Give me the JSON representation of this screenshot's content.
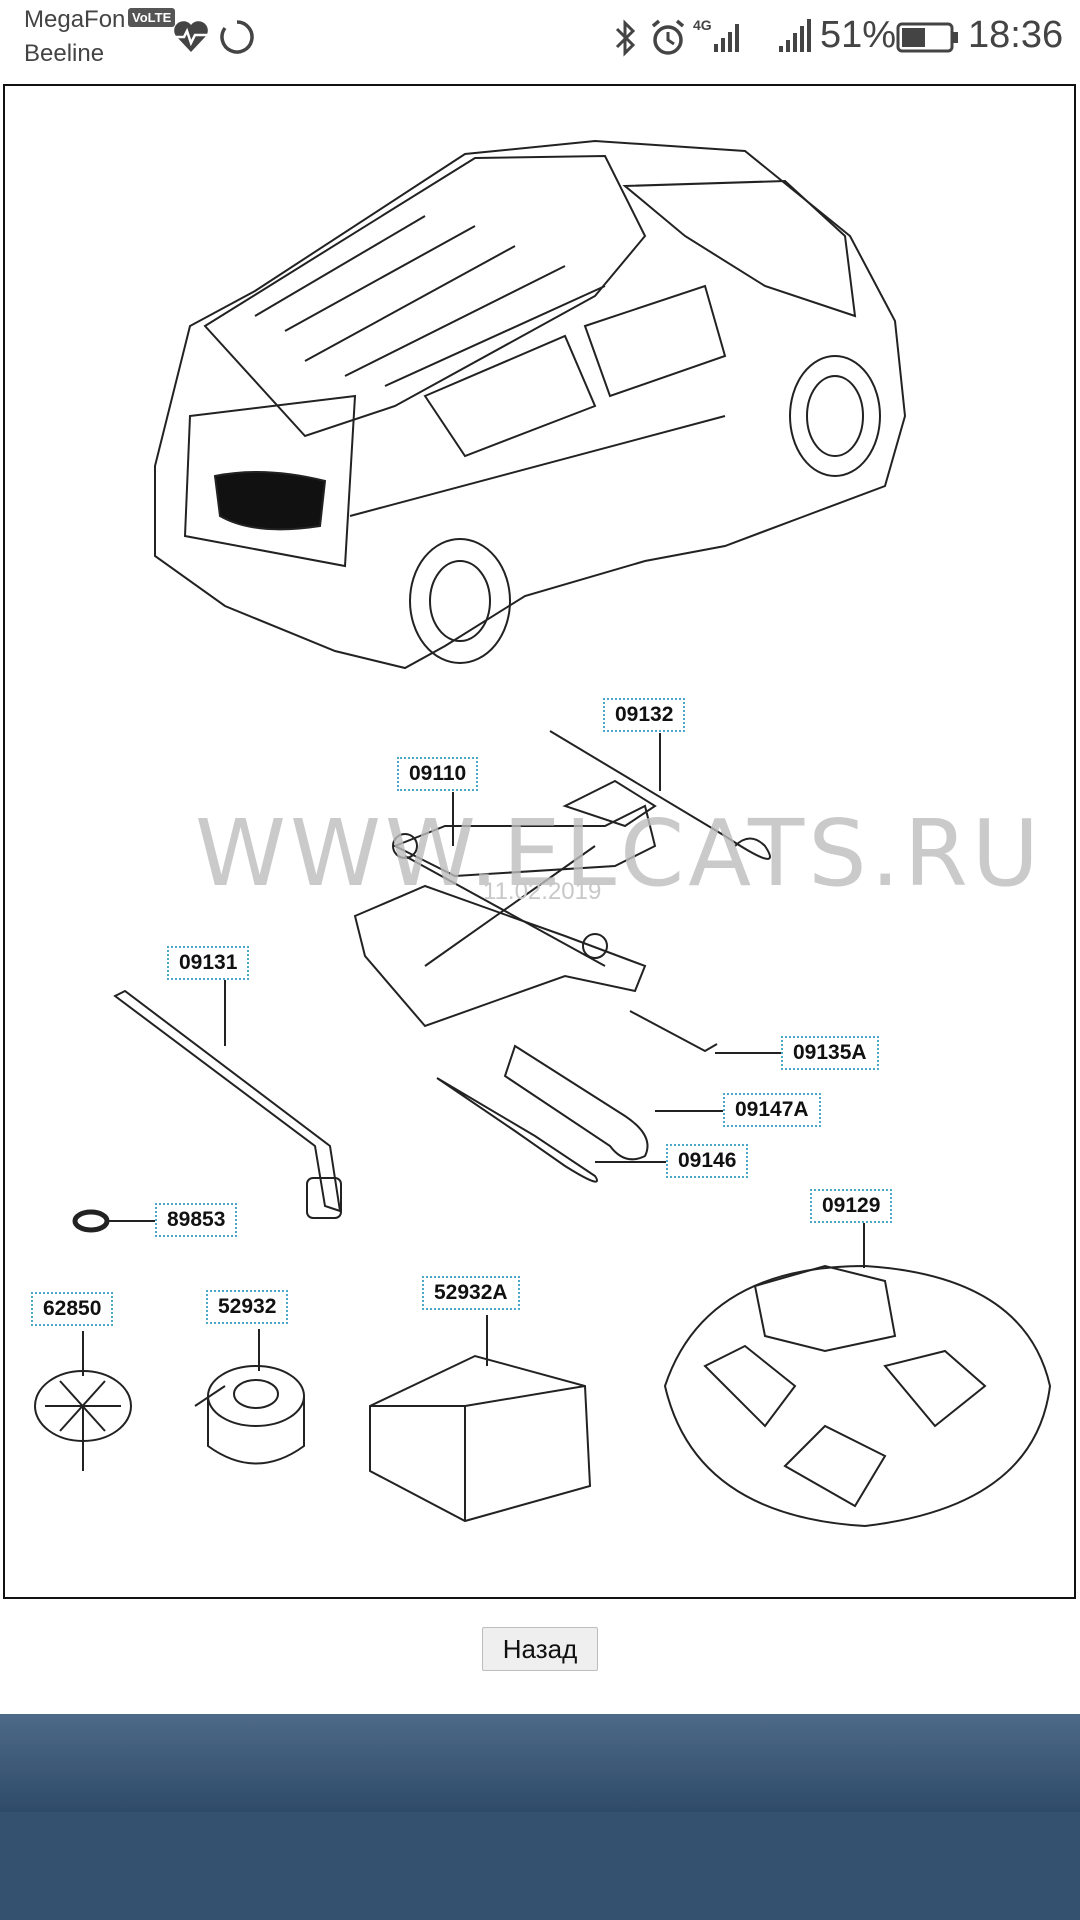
{
  "status_bar": {
    "carrier_1": "MegaFon",
    "volte_badge": "VoLTE",
    "carrier_2": "Beeline",
    "network_label": "4G",
    "battery_percent": "51%",
    "time": "18:36",
    "battery_level": 0.51,
    "icons": [
      "heart-rate-icon",
      "sync-icon",
      "bluetooth-icon",
      "alarm-icon",
      "signal-icon",
      "battery-icon"
    ]
  },
  "diagram": {
    "watermark": "WWW.ELCATS.RU",
    "watermark_date": "11.02.2019",
    "part_numbers": {
      "p09132": "09132",
      "p09110": "09110",
      "p09131": "09131",
      "p09135A": "09135A",
      "p09147A": "09147A",
      "p09146": "09146",
      "p89853": "89853",
      "p09129": "09129",
      "p62850": "62850",
      "p52932": "52932",
      "p52932A": "52932A"
    }
  },
  "back_button": {
    "label": "Назад"
  }
}
